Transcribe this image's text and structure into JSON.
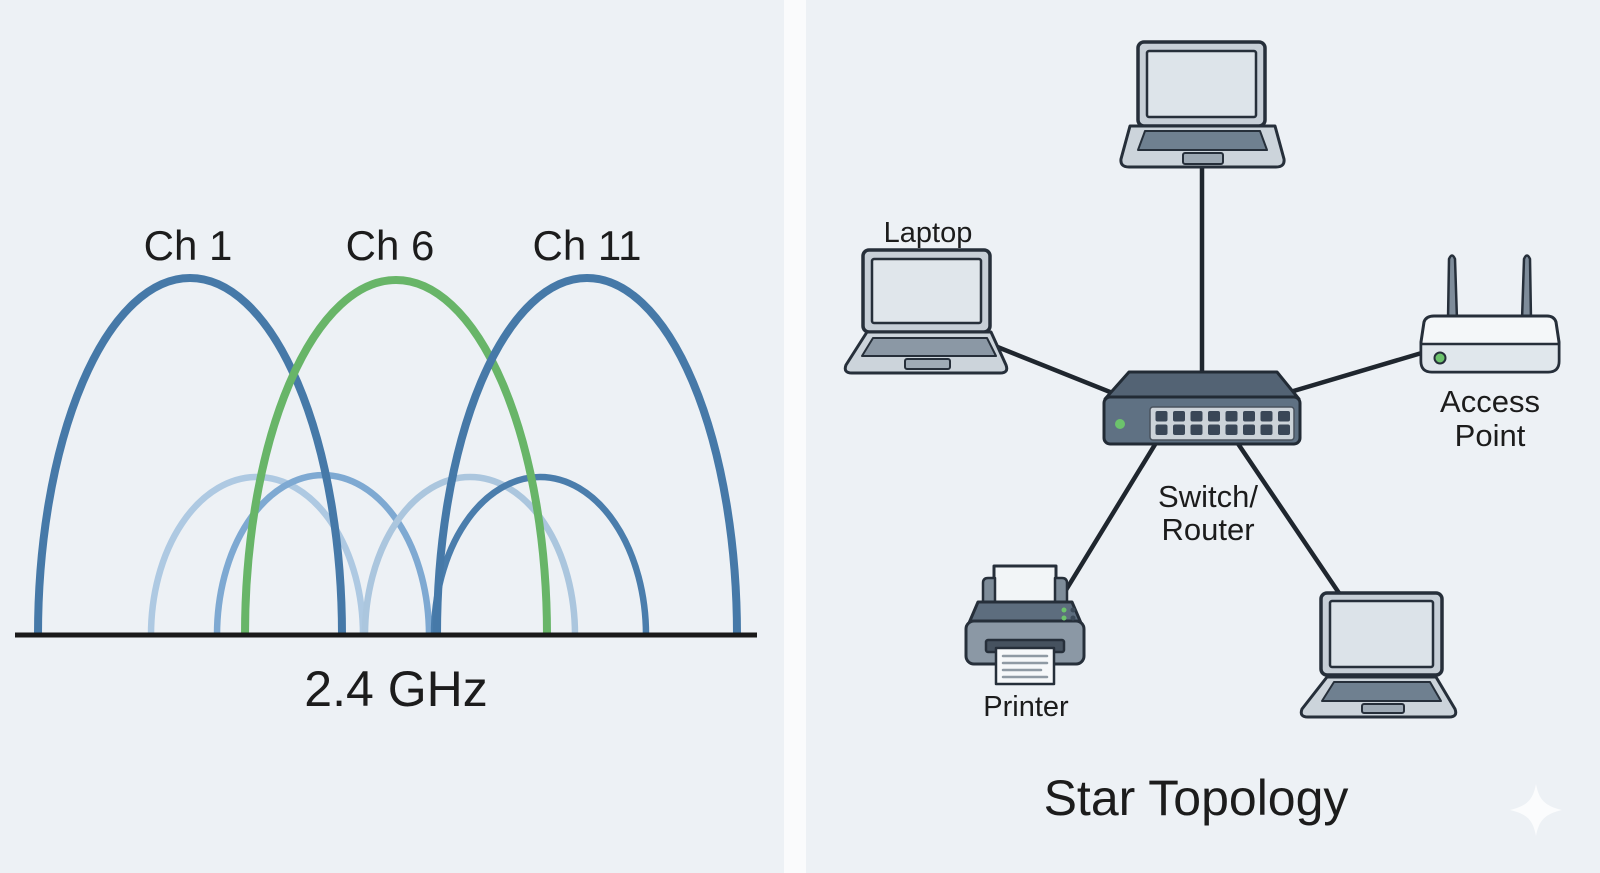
{
  "wifi_chart": {
    "band_label": "2.4 GHz",
    "baseline_color": "#1a1a1a",
    "channels": [
      {
        "label": "Ch 1",
        "color": "#4679a8"
      },
      {
        "label": "Ch 6",
        "color": "#68b568"
      },
      {
        "label": "Ch 11",
        "color": "#4679a8"
      }
    ],
    "overlap_arcs": [
      {
        "color": "#aec9e2"
      },
      {
        "color": "#7ea9d2"
      },
      {
        "color": "#abc6de"
      },
      {
        "color": "#4a7dac"
      }
    ]
  },
  "topology": {
    "title": "Star Topology",
    "link_color": "#1f262e",
    "hub": {
      "label_line1": "Switch/",
      "label_line2": "Router",
      "port_count": 16,
      "led_color": "#6cc36c"
    },
    "labels": {
      "laptop_left": "Laptop",
      "access_point_line1": "Access",
      "access_point_line2": "Point",
      "printer": "Printer"
    }
  }
}
